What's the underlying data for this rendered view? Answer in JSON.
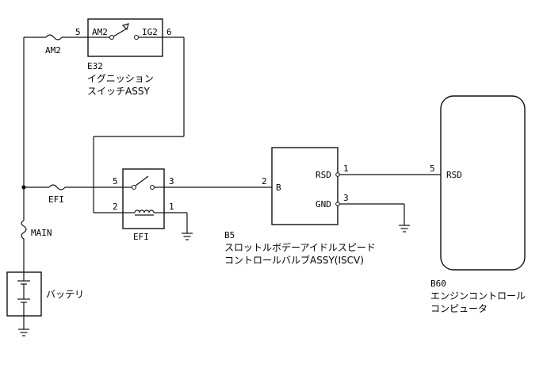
{
  "components": {
    "ignition_switch": {
      "code": "E32",
      "name_line1": "イグニッション",
      "name_line2": "スイッチASSY",
      "pin_left": "5",
      "pin_left_label": "AM2",
      "pin_right": "6",
      "pin_right_label": "IG2"
    },
    "fuse_am2": {
      "label": "AM2"
    },
    "fuse_efi": {
      "label": "EFI"
    },
    "fuse_main": {
      "label": "MAIN"
    },
    "battery": {
      "label": "バッテリ"
    },
    "efi_relay": {
      "label": "EFI",
      "pin_5": "5",
      "pin_3": "3",
      "pin_2": "2",
      "pin_1": "1"
    },
    "iscv": {
      "code": "B5",
      "name_line1": "スロットルボデーアイドルスピード",
      "name_line2": "コントロールバルブASSY(ISCV)",
      "pin_b_num": "2",
      "pin_b_label": "B",
      "pin_rsd_num": "1",
      "pin_rsd_label": "RSD",
      "pin_gnd_num": "3",
      "pin_gnd_label": "GND"
    },
    "ecu": {
      "code": "B60",
      "name_line1": "エンジンコントロール",
      "name_line2": "コンピュータ",
      "pin_num": "5",
      "pin_label": "RSD"
    }
  }
}
